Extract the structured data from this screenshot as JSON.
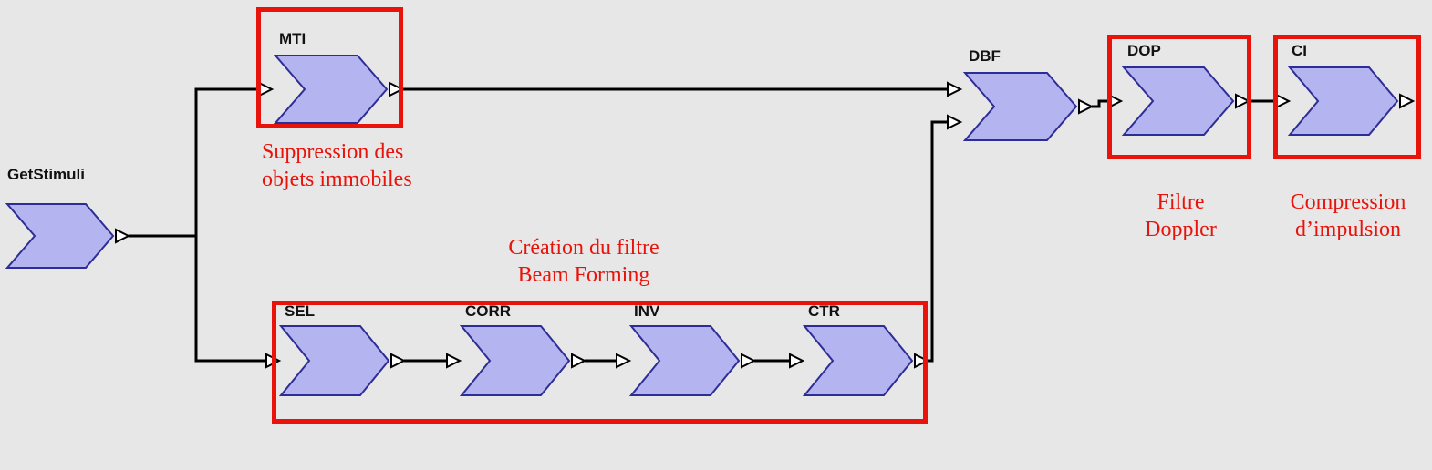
{
  "diagram": {
    "colors": {
      "background": "#e7e7e7",
      "block-fill": "#b4b4f0",
      "block-stroke": "#2d2d96",
      "connector": "#000000",
      "highlight": "#e8130a",
      "label": "#111111"
    },
    "blocks": [
      {
        "id": "getstimuli",
        "label": "GetStimuli"
      },
      {
        "id": "mti",
        "label": "MTI"
      },
      {
        "id": "sel",
        "label": "SEL"
      },
      {
        "id": "corr",
        "label": "CORR"
      },
      {
        "id": "inv",
        "label": "INV"
      },
      {
        "id": "ctr",
        "label": "CTR"
      },
      {
        "id": "dbf",
        "label": "DBF"
      },
      {
        "id": "dop",
        "label": "DOP"
      },
      {
        "id": "ci",
        "label": "CI"
      }
    ],
    "annotations": [
      {
        "id": "mti-note",
        "lines": [
          "Suppression des",
          "objets immobiles"
        ]
      },
      {
        "id": "beamforming-note",
        "lines": [
          "Création du filtre",
          "Beam Forming"
        ]
      },
      {
        "id": "doppler-note",
        "lines": [
          "Filtre",
          "Doppler"
        ]
      },
      {
        "id": "compression-note",
        "lines": [
          "Compression",
          "d’impulsion"
        ]
      }
    ]
  }
}
